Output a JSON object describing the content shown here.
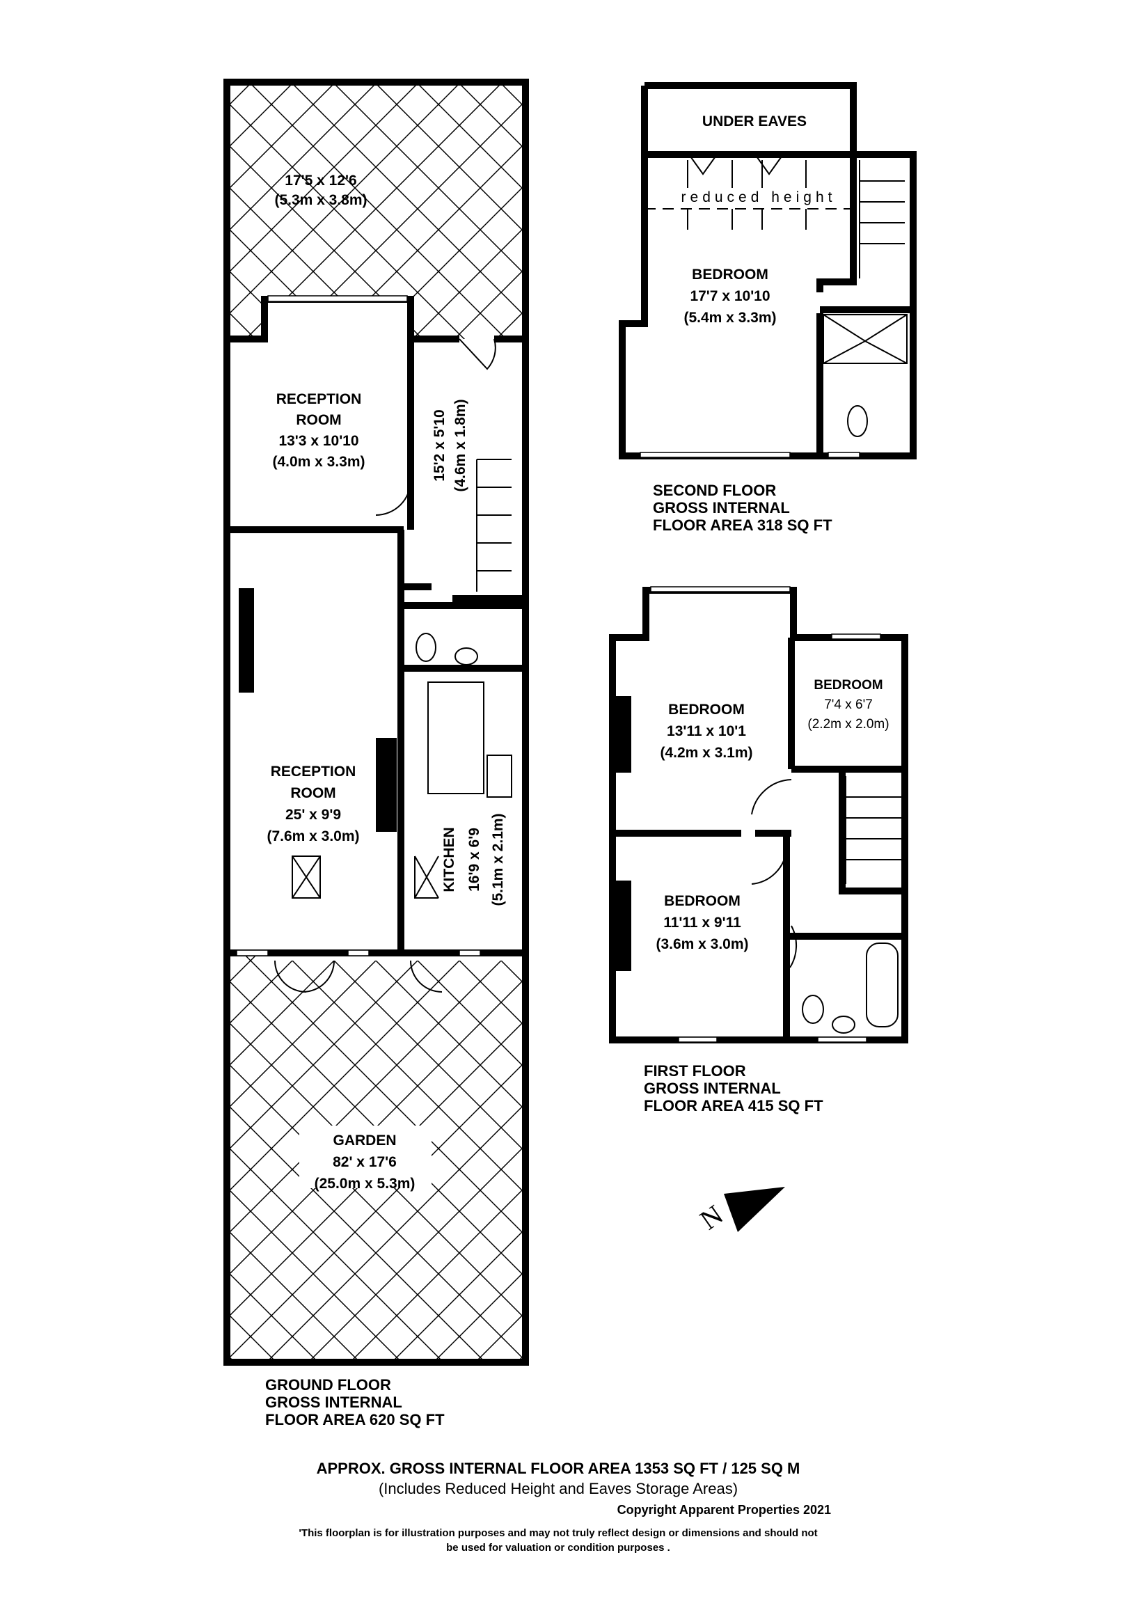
{
  "ground_floor": {
    "patio": {
      "dims_imperial": "17'5 x 12'6",
      "dims_metric": "(5.3m x 3.8m)"
    },
    "reception_room_front": {
      "name_line1": "RECEPTION",
      "name_line2": "ROOM",
      "dims_imperial": "13'3 x 10'10",
      "dims_metric": "(4.0m x 3.3m)"
    },
    "hallway": {
      "dims_imperial": "15'2 x 5'10",
      "dims_metric": "(4.6m x 1.8m)"
    },
    "reception_room_rear": {
      "name_line1": "RECEPTION",
      "name_line2": "ROOM",
      "dims_imperial": "25' x 9'9",
      "dims_metric": "(7.6m x 3.0m)"
    },
    "kitchen": {
      "name": "KITCHEN",
      "dims_imperial": "16'9 x 6'9",
      "dims_metric": "(5.1m x 2.1m)"
    },
    "garden": {
      "name": "GARDEN",
      "dims_imperial": "82' x 17'6",
      "dims_metric": "(25.0m x 5.3m)"
    },
    "label": {
      "line1": "GROUND FLOOR",
      "line2": "GROSS INTERNAL",
      "line3": "FLOOR AREA 620 SQ FT"
    }
  },
  "second_floor": {
    "under_eaves": "UNDER EAVES",
    "reduced_height": "reduced height",
    "bedroom": {
      "name": "BEDROOM",
      "dims_imperial": "17'7 x 10'10",
      "dims_metric": "(5.4m x 3.3m)"
    },
    "label": {
      "line1": "SECOND FLOOR",
      "line2": "GROSS INTERNAL",
      "line3": "FLOOR AREA 318 SQ FT"
    }
  },
  "first_floor": {
    "bedroom_front": {
      "name": "BEDROOM",
      "dims_imperial": "13'11 x 10'1",
      "dims_metric": "(4.2m x 3.1m)"
    },
    "bedroom_small": {
      "name": "BEDROOM",
      "dims_imperial": "7'4 x 6'7",
      "dims_metric": "(2.2m x 2.0m)"
    },
    "bedroom_rear": {
      "name": "BEDROOM",
      "dims_imperial": "11'11 x 9'11",
      "dims_metric": "(3.6m x 3.0m)"
    },
    "label": {
      "line1": "FIRST FLOOR",
      "line2": "GROSS INTERNAL",
      "line3": "FLOOR AREA 415 SQ FT"
    }
  },
  "compass": {
    "letter": "N",
    "icon": "north-arrow-icon"
  },
  "footer": {
    "total_area": "APPROX. GROSS INTERNAL FLOOR AREA 1353 SQ FT / 125 SQ M",
    "includes": "(Includes Reduced Height and Eaves Storage Areas)",
    "copyright": "Copyright Apparent Properties 2021",
    "disclaimer_line1": "'This floorplan is for illustration purposes and may not truly reflect design or dimensions and should not",
    "disclaimer_line2": "be used for valuation or condition purposes  ."
  }
}
